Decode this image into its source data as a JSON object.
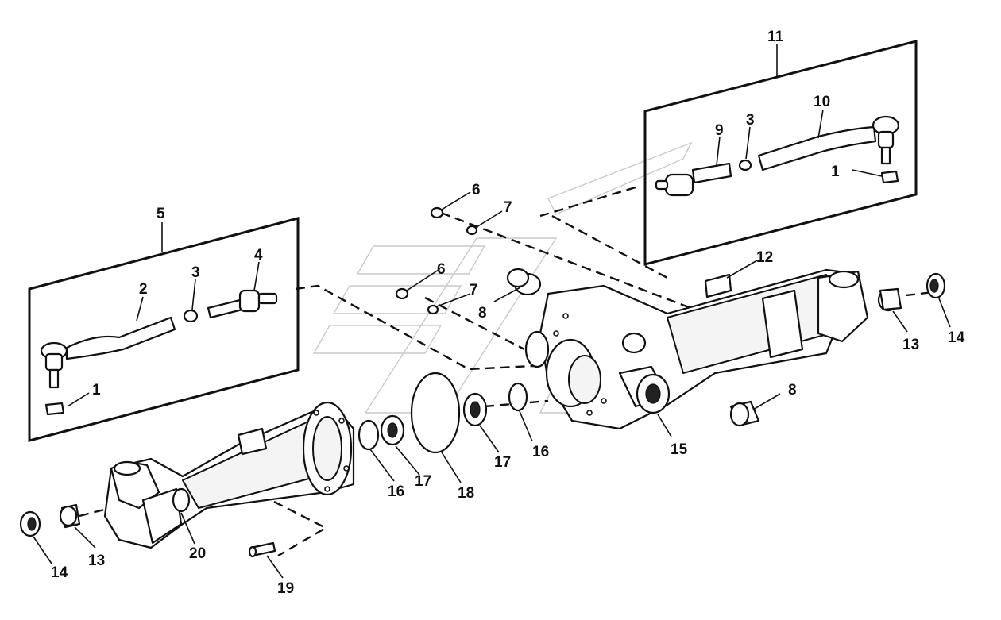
{
  "callouts": {
    "c1_left": "1",
    "c1_right": "1",
    "c2": "2",
    "c3_left": "3",
    "c3_right": "3",
    "c4": "4",
    "c5": "5",
    "c6_top": "6",
    "c6_mid": "6",
    "c7_top": "7",
    "c7_mid": "7",
    "c8_mid": "8",
    "c8_right": "8",
    "c9": "9",
    "c10": "10",
    "c11": "11",
    "c12": "12",
    "c13_left": "13",
    "c13_right": "13",
    "c14_left": "14",
    "c14_right": "14",
    "c15": "15",
    "c16_left": "16",
    "c16_right": "16",
    "c17_left": "17",
    "c17_right": "17",
    "c18": "18",
    "c19": "19",
    "c20": "20"
  }
}
